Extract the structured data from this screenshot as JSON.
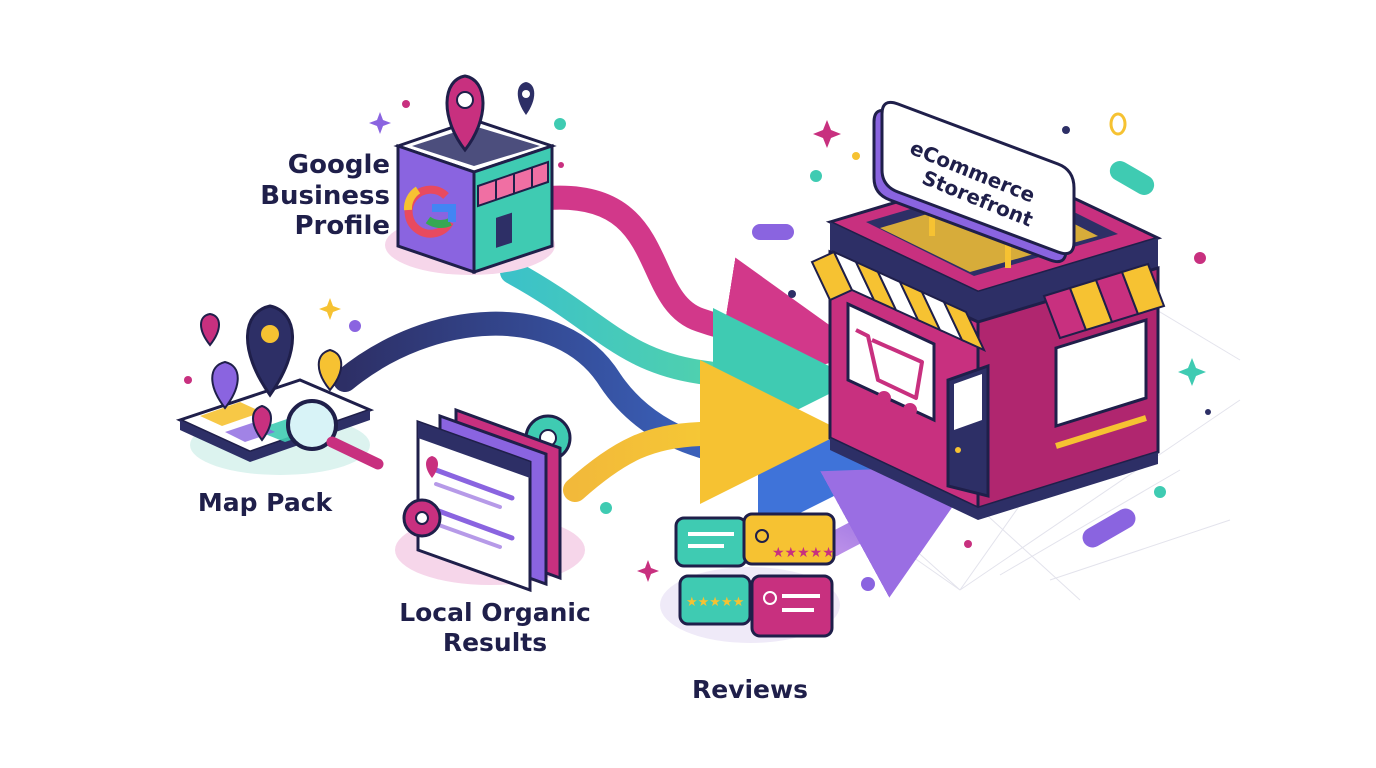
{
  "labels": {
    "google_business_profile": [
      "Google",
      "Business",
      "Profile"
    ],
    "map_pack": [
      "Map Pack"
    ],
    "local_organic_results": [
      "Local Organic",
      "Results"
    ],
    "reviews": [
      "Reviews"
    ]
  },
  "storefront_sign": [
    "eCommerce",
    "Storefront"
  ],
  "colors": {
    "magenta": "#c8307f",
    "navy": "#2d2f66",
    "purple": "#8a64e0",
    "teal": "#3cc9b4",
    "yellow": "#f7c531",
    "blue": "#3f73d9",
    "text": "#1f1f4a"
  },
  "icons": [
    "map-pin-icon",
    "google-g-icon",
    "shopping-cart-icon",
    "gear-icon",
    "magnifier-icon",
    "star-rating-icon",
    "user-icon",
    "sparkle-icon",
    "awning-icon",
    "door-icon"
  ]
}
